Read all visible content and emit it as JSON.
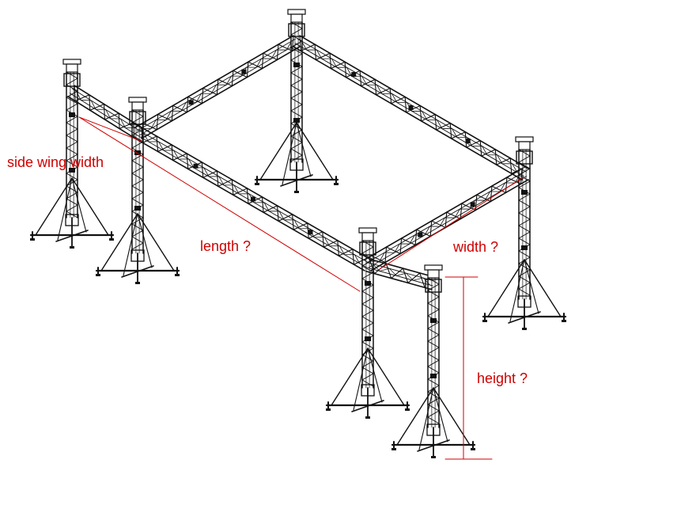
{
  "diagram": {
    "subject": "stage truss roof structure",
    "towers": 6,
    "colors": {
      "truss": "#111111",
      "dimension_line": "#d00000",
      "label_text": "#d00000",
      "background": "#ffffff"
    },
    "labels": {
      "side_wing_width": "side wing width",
      "length": "length ?",
      "width": "width ?",
      "height": "height ?"
    }
  }
}
